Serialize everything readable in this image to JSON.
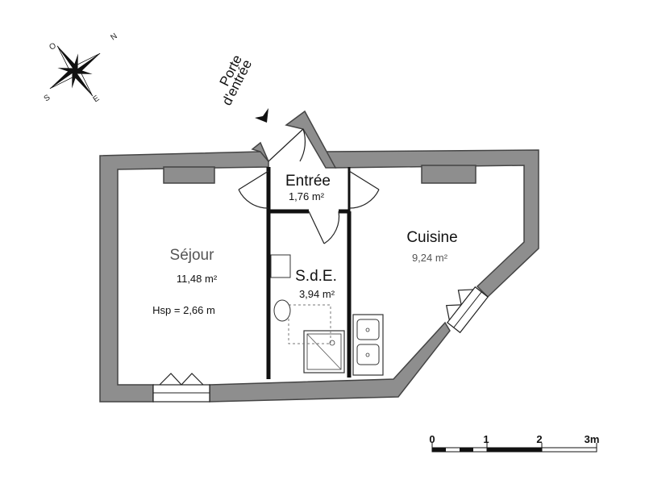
{
  "plan": {
    "entrance_label_line1": "Porte",
    "entrance_label_line2": "d'entrée"
  },
  "rooms": {
    "entree": {
      "name": "Entrée",
      "area": "1,76 m²"
    },
    "sejour": {
      "name": "Séjour",
      "area": "11,48 m²",
      "height": "Hsp = 2,66 m"
    },
    "sde": {
      "name": "S.d.E.",
      "area": "3,94 m²"
    },
    "cuisine": {
      "name": "Cuisine",
      "area": "9,24 m²"
    }
  },
  "compass": {
    "n": "N",
    "e": "E",
    "s": "S",
    "o": "O"
  },
  "scale": {
    "labels": [
      "0",
      "1",
      "2",
      "3m"
    ]
  }
}
